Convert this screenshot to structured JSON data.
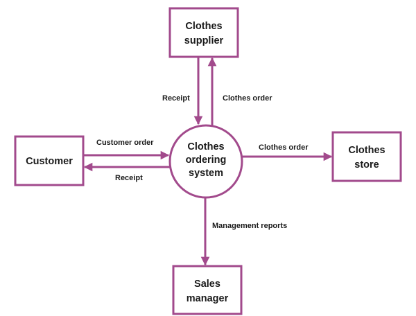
{
  "colors": {
    "stroke": "#a24a8c",
    "text": "#1a1a1a"
  },
  "entities": {
    "supplier": {
      "line1": "Clothes",
      "line2": "supplier"
    },
    "customer": {
      "line1": "Customer"
    },
    "store": {
      "line1": "Clothes",
      "line2": "store"
    },
    "manager": {
      "line1": "Sales",
      "line2": "manager"
    }
  },
  "process": {
    "line1": "Clothes",
    "line2": "ordering",
    "line3": "system"
  },
  "flows": {
    "supplier_in": "Receipt",
    "supplier_out": "Clothes order",
    "customer_in": "Customer order",
    "customer_out": "Receipt",
    "store_out": "Clothes order",
    "manager_out": "Management reports"
  }
}
